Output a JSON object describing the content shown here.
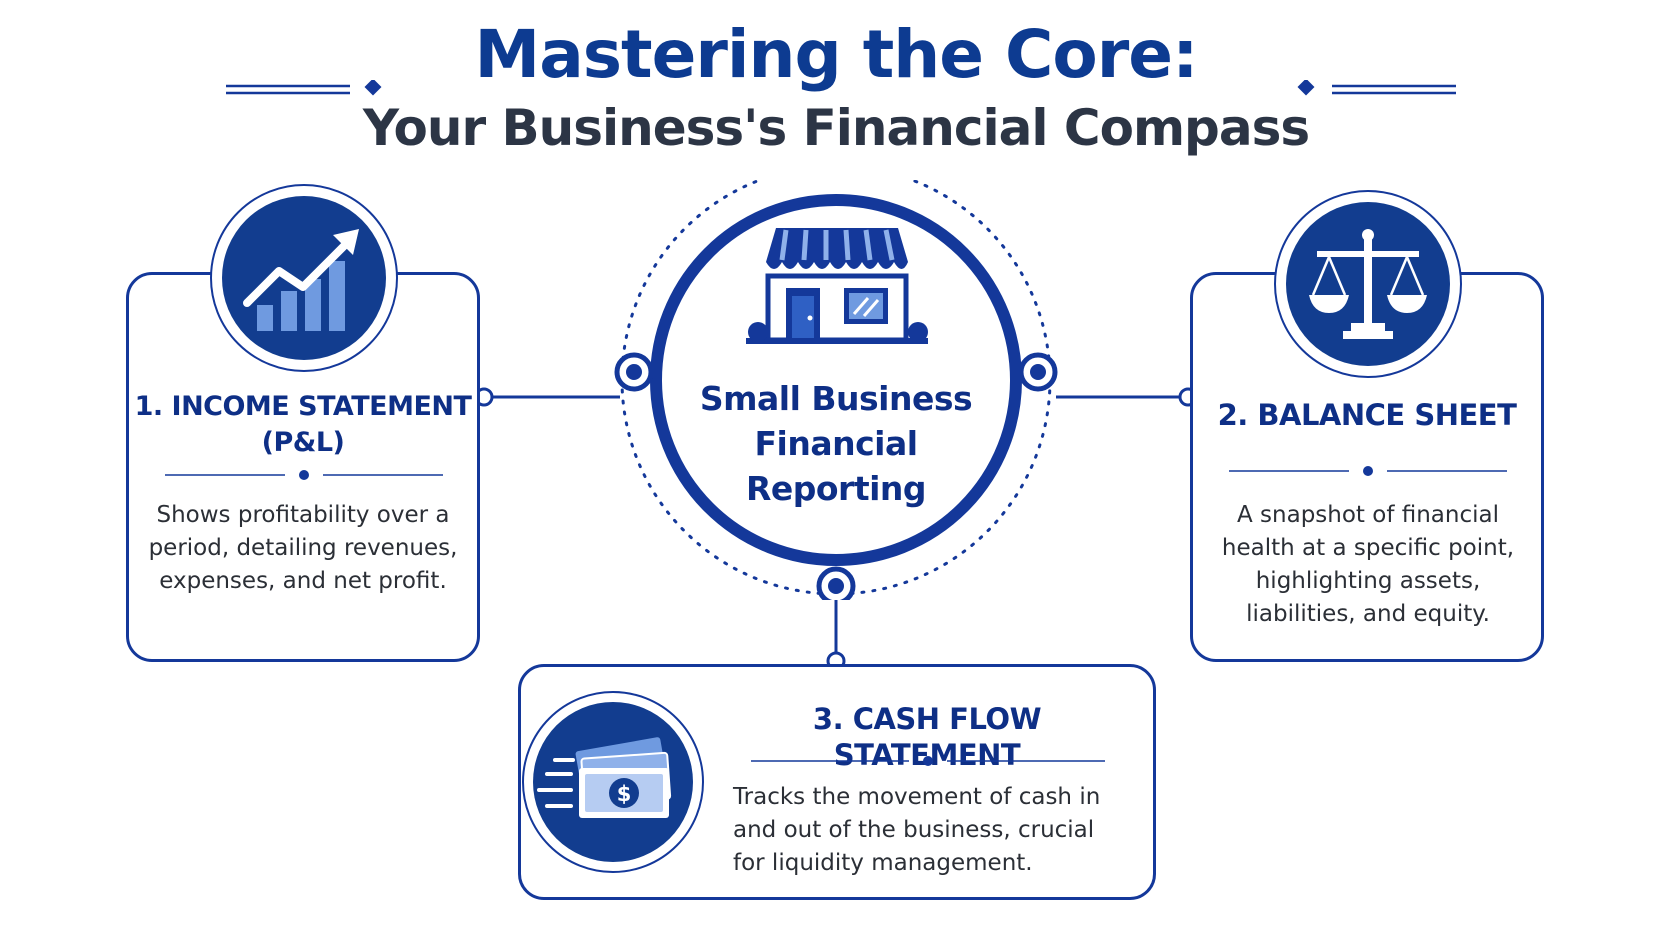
{
  "header": {
    "title": "Mastering the Core:",
    "subtitle": "Your Business's Financial Compass"
  },
  "hub": {
    "label": "Small Business\nFinancial\nReporting",
    "icon": "storefront-icon"
  },
  "cards": {
    "income": {
      "heading": "1. INCOME STATEMENT\n(P&L)",
      "body": "Shows profitability over a period, detailing revenues, expenses, and net profit.",
      "icon": "rising-bar-chart-icon"
    },
    "balance": {
      "heading": "2. BALANCE SHEET",
      "body": "A snapshot of financial health at a specific point, highlighting assets, liabilities, and equity.",
      "icon": "balance-scale-icon"
    },
    "cashflow": {
      "heading": "3. CASH FLOW STATEMENT",
      "body": "Tracks the movement of cash in and out of the business, crucial for liquidity management.",
      "icon": "moving-dollar-bill-icon"
    }
  },
  "colors": {
    "primary": "#14389a",
    "title": "#0d3b91",
    "subtitle": "#2c3545",
    "body_text": "#2b2f36",
    "icon_fill": "#123d8f",
    "icon_light": "#6f9ae0"
  }
}
